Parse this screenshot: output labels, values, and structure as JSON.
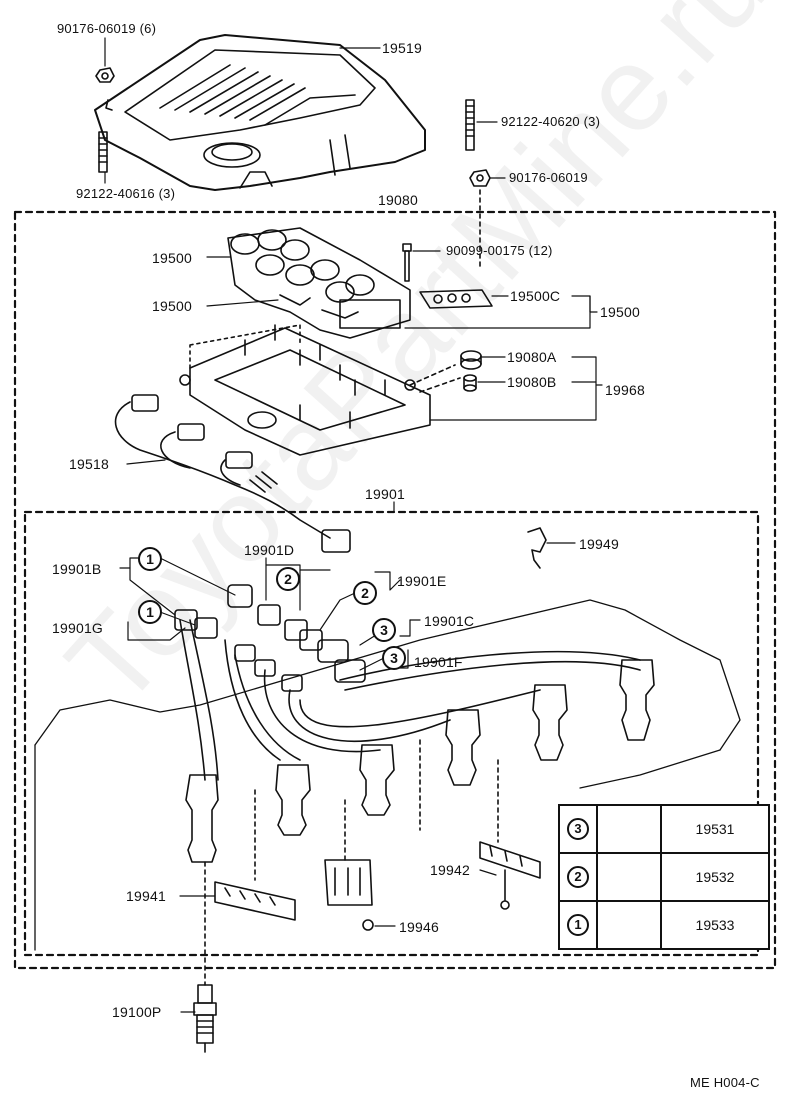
{
  "watermark": "ToyotaPartMine.ru",
  "footer_code": "ME  H004-C",
  "labels": {
    "p90176_06019_6": "90176-06019 (6)",
    "p19519": "19519",
    "p92122_40620": "92122-40620 (3)",
    "p90176_06019": "90176-06019",
    "p92122_40616": "92122-40616 (3)",
    "p19080": "19080",
    "p19500_a": "19500",
    "p90099_00175": "90099-00175 (12)",
    "p19500_b": "19500",
    "p19500C": "19500C",
    "p19500_c": "19500",
    "p19080A": "19080A",
    "p19080B": "19080B",
    "p19968": "19968",
    "p19518": "19518",
    "p19901": "19901",
    "p19949": "19949",
    "p19901D": "19901D",
    "p19901B": "19901B",
    "p19901E": "19901E",
    "p19901G": "19901G",
    "p19901C": "19901C",
    "p19901F": "19901F",
    "p19942": "19942",
    "p19941": "19941",
    "p19946": "19946",
    "p19100P": "19100P"
  },
  "callouts": {
    "c1_a": "1",
    "c1_b": "1",
    "c2_a": "2",
    "c2_b": "2",
    "c3_a": "3",
    "c3_b": "3"
  },
  "legend": [
    {
      "mark": "3",
      "part": "19531"
    },
    {
      "mark": "2",
      "part": "19532"
    },
    {
      "mark": "1",
      "part": "19533"
    }
  ]
}
